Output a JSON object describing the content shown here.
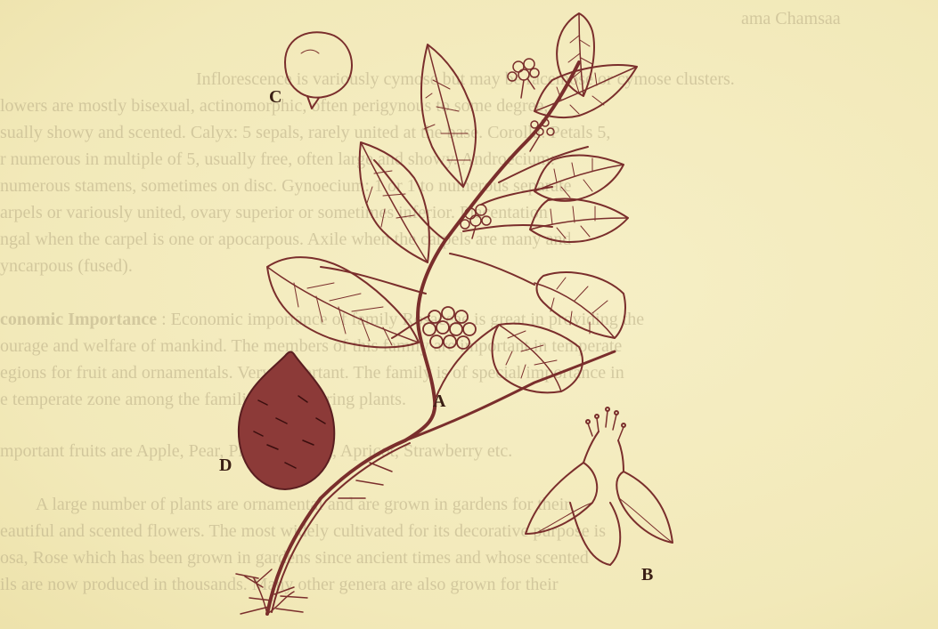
{
  "background_text": {
    "line_01": "ama Chamsaa",
    "line_02": "Inflorescence is variously cymose but may be racemose or cymose clusters.",
    "line_03": "lowers are mostly bisexual, actinomorphic, often perigynous to some degree,",
    "line_04": "sually showy and scented. Calyx: 5 sepals, rarely united at the base. Corolla: Petals 5,",
    "line_05": "r numerous in multiple of 5, usually free, often large and showy. Androecium:",
    "line_06": "numerous stamens, sometimes on disc. Gynoecium: 1 or 1 to numerous separate",
    "line_07": "arpels or variously united, ovary superior or sometimes inferior. Placentation",
    "line_08": "ngal when the carpel is one or apocarpous. Axile when the carpels are many and",
    "line_09": "yncarpous (fused).",
    "line_10_bold": "conomic Importance",
    "line_10_rest": ": Economic importance of family Rosaceae is great in providing the",
    "line_11": "ourage and welfare of mankind. The members of this family are important in temperate",
    "line_12": "egions for fruit and ornamentals. Very important. The family is of special importance in",
    "line_13": "e temperate zone among the families of flowering plants.",
    "line_14": "mportant fruits are Apple, Pear, Plum, Almond, Apricot, Strawberry etc.",
    "line_15": "A large number of plants are ornamental and are grown in gardens for their",
    "line_16": "eautiful and scented flowers. The most widely cultivated for its decorative purpose is",
    "line_17": "osa, Rose which has been grown in gardens since ancient times and whose scented",
    "line_18": "ils are now produced in thousands. Many other genera are also grown for their"
  },
  "figure": {
    "label_a": "A",
    "label_b": "B",
    "label_c": "C",
    "label_d": "D"
  },
  "colors": {
    "paper": "#f4ecbf",
    "ink": "#7a2e2c",
    "ink_dark": "#5a1e20",
    "ghost_text": "#b9ad86"
  }
}
